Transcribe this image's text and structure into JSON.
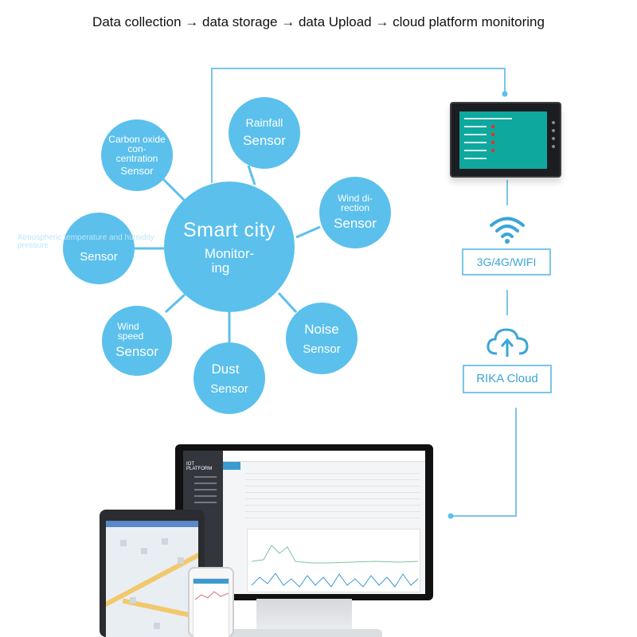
{
  "headline": "Data collection → data storage → data Upload → cloud platform monitoring",
  "hub": {
    "title": "Smart city",
    "subtitle_line1": "Monitor-",
    "subtitle_line2": "ing"
  },
  "sensors": [
    {
      "id": "co",
      "line1": "Carbon oxide con-",
      "line2": "centration",
      "label": "Sensor"
    },
    {
      "id": "rainfall",
      "line1": "Rainfall",
      "line2": "",
      "label": "Sensor"
    },
    {
      "id": "wind-direction",
      "line1": "Wind di-",
      "line2": "rection",
      "label": "Sensor"
    },
    {
      "id": "atmosphere",
      "line1": "",
      "line2": "",
      "label": "Sensor"
    },
    {
      "id": "noise",
      "line1": "Noise",
      "line2": "",
      "label": "Sensor"
    },
    {
      "id": "wind-speed",
      "line1": "Wind",
      "line2": "speed",
      "label": "Sensor"
    },
    {
      "id": "dust",
      "line1": "Dust",
      "line2": "",
      "label": "Sensor"
    }
  ],
  "atmosphere_caption": {
    "line1": "Atmospheric temperature and humidity",
    "line2": "pressure"
  },
  "network_label": "3G/4G/WIFI",
  "cloud_label": "RIKA Cloud",
  "monitor_logo": "IOT PLATFORM",
  "colors": {
    "bubble": "#5bc0ec",
    "line": "#7bc6e8",
    "box_text": "#3aa6d8"
  },
  "icons": {
    "network": "wifi-icon",
    "cloud": "cloud-upload-icon"
  }
}
